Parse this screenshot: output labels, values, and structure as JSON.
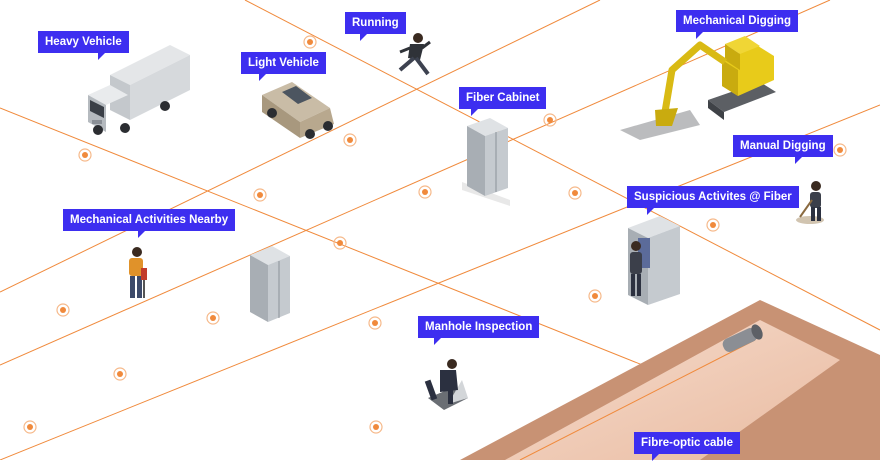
{
  "colors": {
    "label_bg": "#3d2ef0",
    "label_text": "#ffffff",
    "fiber_line": "#f08a3c",
    "trench": "#c89274"
  },
  "labels": {
    "heavy_vehicle": "Heavy Vehicle",
    "running": "Running",
    "mechanical_digging": "Mechanical Digging",
    "light_vehicle": "Light Vehicle",
    "fiber_cabinet": "Fiber Cabinet",
    "manual_digging": "Manual Digging",
    "suspicious_activities": "Suspicious Activites @ Fiber",
    "mechanical_activities_nearby": "Mechanical Activities Nearby",
    "manhole_inspection": "Manhole Inspection",
    "fibre_optic_cable": "Fibre-optic cable"
  }
}
